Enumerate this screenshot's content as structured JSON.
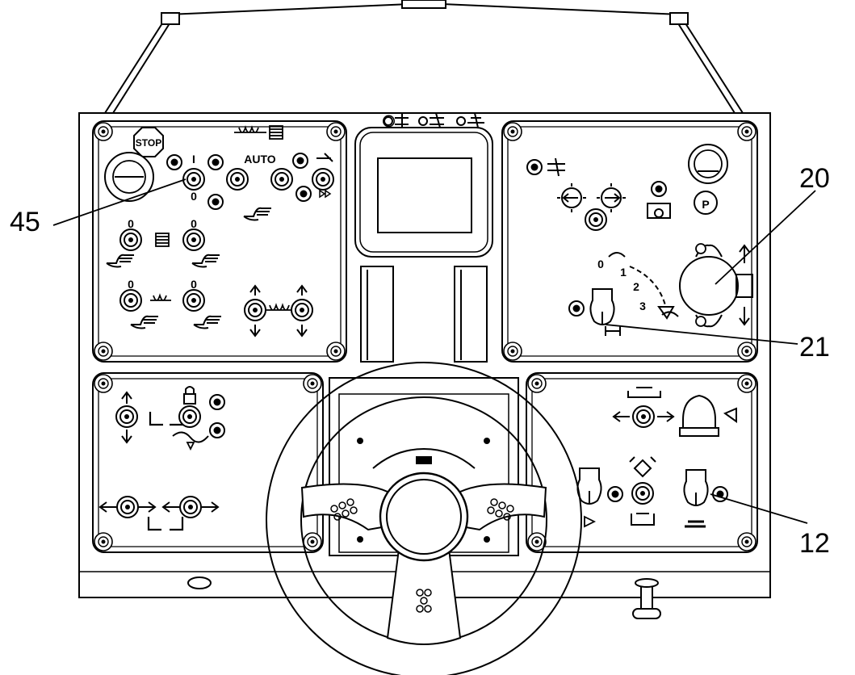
{
  "labels": {
    "stop": "STOP",
    "auto": "AUTO",
    "roman_one": "I",
    "zero_upper": "0",
    "zero_a": "0",
    "zero_b": "0",
    "zero_c": "0",
    "zero_d": "0",
    "parking": "P",
    "speed_0": "0",
    "speed_1": "1",
    "speed_2": "2",
    "speed_3": "3"
  },
  "callouts": [
    {
      "id": "45",
      "text": "45"
    },
    {
      "id": "20",
      "text": "20"
    },
    {
      "id": "21",
      "text": "21"
    },
    {
      "id": "12",
      "text": "12"
    }
  ]
}
